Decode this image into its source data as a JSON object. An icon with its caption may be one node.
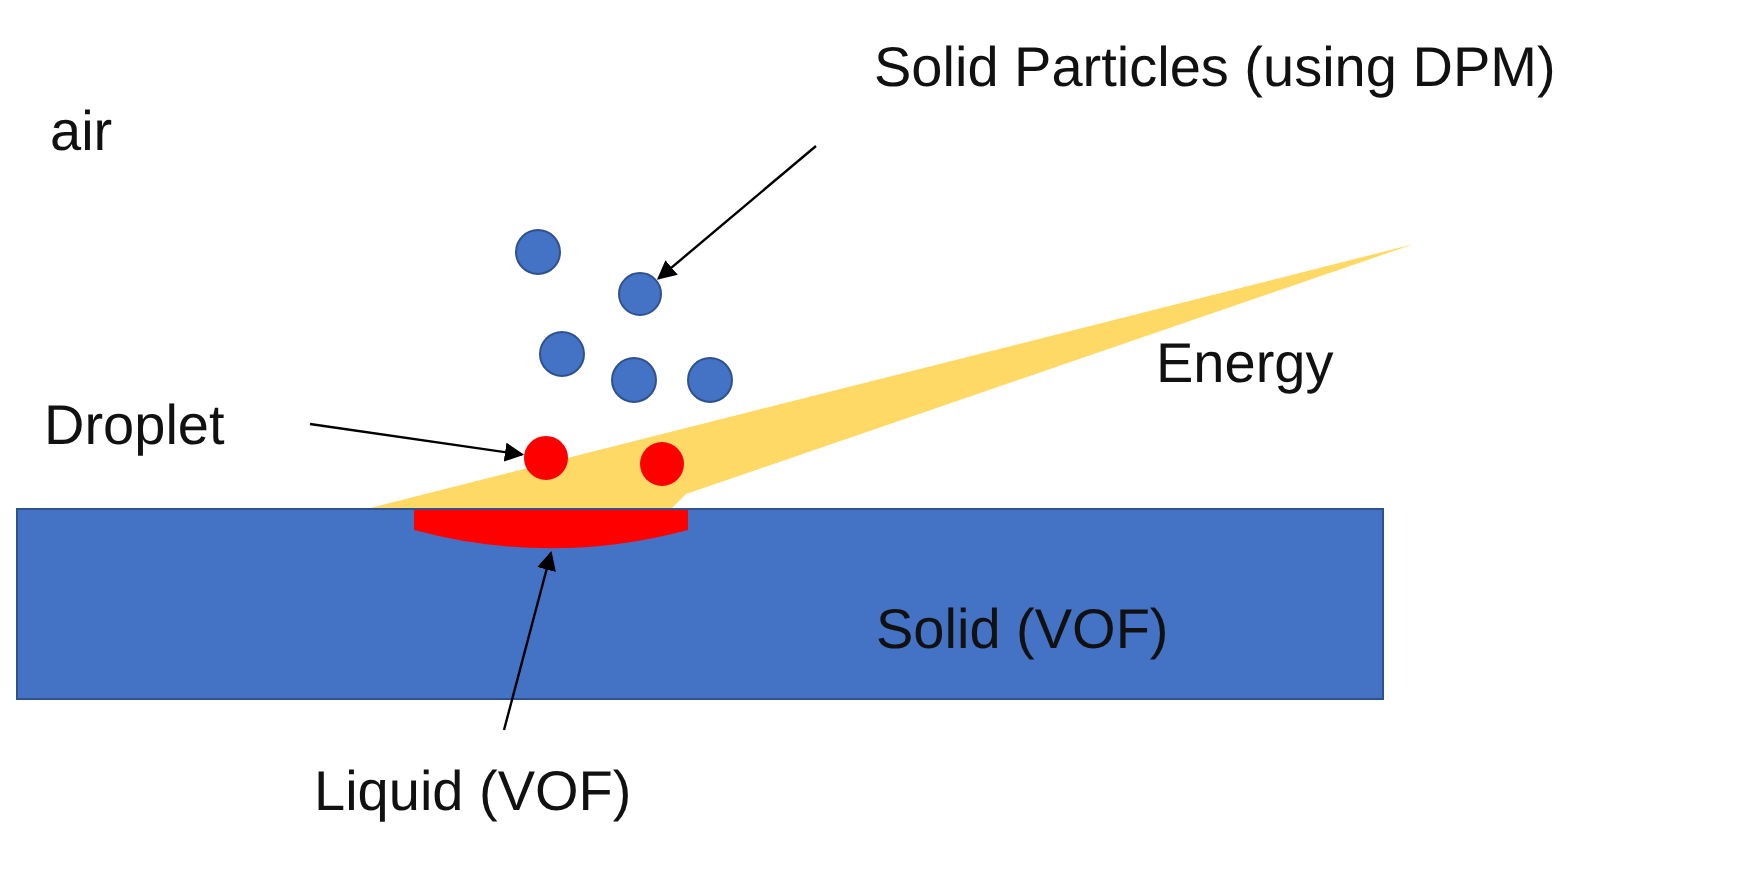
{
  "diagram": {
    "nodes": [
      {
        "text": [
          "Solid Particles (using DPM)"
        ]
      },
      {
        "text": [],
        "shape": "circle"
      },
      {
        "text": [
          "Droplet"
        ]
      },
      {
        "text": [],
        "shape": "circle"
      },
      {
        "text": [
          "Solid (VOF)"
        ]
      },
      {
        "text": [],
        "shape": "ellipse",
        "in": 4
      },
      {
        "text": [
          "Liquid (VOF)"
        ]
      }
    ],
    "edges": [
      {
        "from": 0,
        "to": 1,
        "arrow": "to"
      },
      {
        "from": 2,
        "to": 3,
        "arrow": "to"
      },
      {
        "from": 6,
        "to": 5,
        "arrow": "to"
      }
    ],
    "labels": [
      "air",
      "Energy"
    ]
  }
}
